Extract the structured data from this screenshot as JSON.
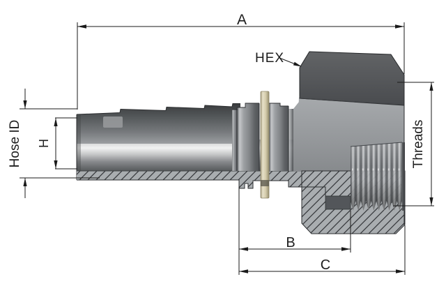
{
  "drawing": {
    "dimensions": {
      "a": "A",
      "b": "B",
      "c": "C",
      "h": "H"
    },
    "callouts": {
      "hex": "HEX",
      "hose_id": "Hose ID",
      "threads": "Threads"
    },
    "colors": {
      "background": "#ffffff",
      "dimension_lines": "#1a1a1a",
      "metal_dark": "#4d5052",
      "metal_highlight": "#f1f2f2",
      "hex_top_face": "#56585b",
      "hex_front_face": "#979a9e",
      "section_hatch_fill": "#a9adb0",
      "section_hatch_line": "#34363a",
      "locking_pin": "#d6cdae"
    }
  }
}
